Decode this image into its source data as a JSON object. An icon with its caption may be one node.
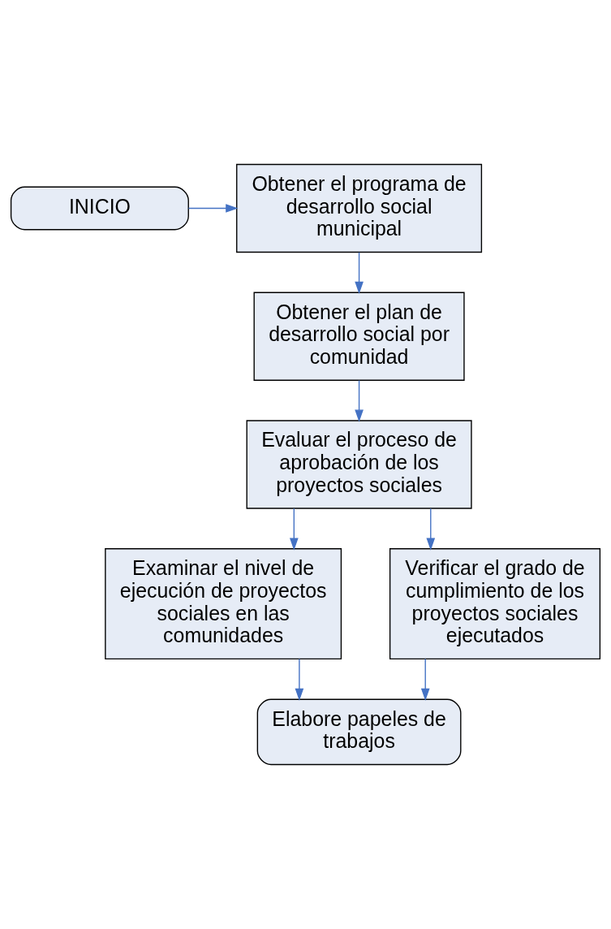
{
  "diagram": {
    "nodes": [
      {
        "text": [
          "INICIO"
        ]
      },
      {
        "text": [
          "Obtener el programa de desarrollo social municipal"
        ]
      },
      {
        "text": [
          "Obtener el plan de desarrollo social por comunidad"
        ]
      },
      {
        "text": [
          "Evaluar el proceso de aprobación de los proyectos sociales"
        ]
      },
      {
        "text": [
          "Examinar el nivel de ejecución de proyectos sociales en las comunidades"
        ]
      },
      {
        "text": [
          "Verificar el grado de cumplimiento de los proyectos sociales ejecutados"
        ]
      },
      {
        "text": [
          "Elabore papeles de trabajos"
        ]
      }
    ],
    "edges": [
      {
        "from": 0,
        "to": 1,
        "arrow": "to"
      },
      {
        "from": 1,
        "to": 2,
        "arrow": "to"
      },
      {
        "from": 2,
        "to": 3,
        "arrow": "to"
      },
      {
        "from": 3,
        "to": 4,
        "arrow": "to"
      },
      {
        "from": 3,
        "to": 5,
        "arrow": "to"
      },
      {
        "from": 4,
        "to": 6,
        "arrow": "to"
      },
      {
        "from": 5,
        "to": 6,
        "arrow": "to"
      }
    ]
  }
}
